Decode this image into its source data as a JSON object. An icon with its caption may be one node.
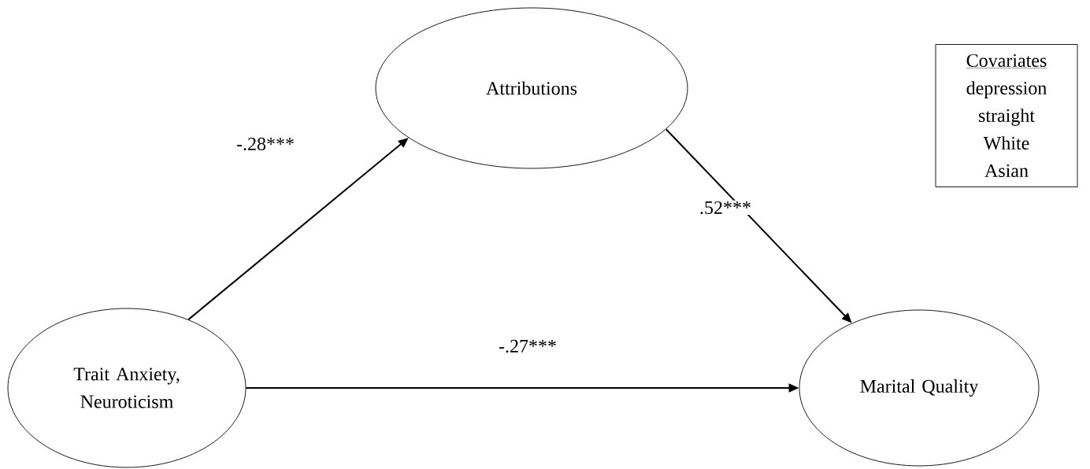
{
  "diagram": {
    "nodes": [
      {
        "text": [
          "Attributions"
        ]
      },
      {
        "text": [
          "Covariates",
          "depression",
          "straight",
          "White",
          "Asian"
        ]
      },
      {
        "text": [
          "Trait Anxiety, Neuroticism"
        ]
      },
      {
        "text": [
          "Marital Quality"
        ]
      }
    ],
    "edges": [
      {
        "from": 2,
        "to": 0,
        "arrow": "to",
        "label": "-.28***"
      },
      {
        "from": 0,
        "to": 3,
        "arrow": "to",
        "label": ".52***"
      },
      {
        "from": 2,
        "to": 3,
        "arrow": "to",
        "label": "-.27***"
      }
    ]
  }
}
